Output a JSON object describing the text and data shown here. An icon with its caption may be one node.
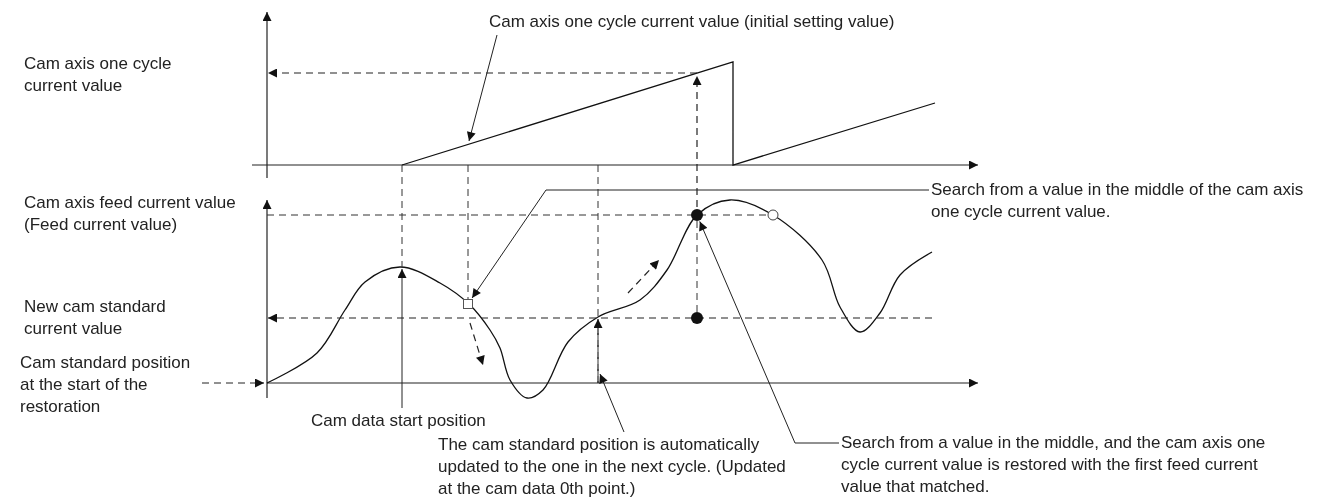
{
  "diagram": {
    "nodes": [
      {
        "text": [
          "Cam axis one cycle current value (initial setting value)"
        ]
      },
      {
        "text": [
          "Search from a value in the middle of the cam axis one cycle current value."
        ]
      },
      {
        "text": [],
        "shape": "box"
      },
      {
        "text": [],
        "shape": "circle"
      },
      {
        "text": [
          "Cam standard position at the start of the restoration"
        ]
      },
      {
        "text": [
          "Cam data start position"
        ]
      },
      {
        "text": [
          "The cam standard position is automatically updated to the one in the next cycle. (Updated at the cam data 0th point.)"
        ]
      },
      {
        "text": [
          "Search from a value in the middle, and the cam axis one cycle current value is restored with the first feed current value that matched."
        ]
      }
    ],
    "edges": [
      {
        "from": 0,
        "to": null,
        "arrow": "to"
      },
      {
        "from": 1,
        "to": 2,
        "arrow": "to"
      },
      {
        "from": 7,
        "to": 3,
        "arrow": "to"
      },
      {
        "from": 4,
        "to": null,
        "arrow": "to",
        "style": "dashed"
      },
      {
        "from": 5,
        "to": null,
        "arrow": "to"
      },
      {
        "from": 6,
        "to": null,
        "arrow": "to"
      }
    ],
    "labels": [
      "Cam axis one cycle current value",
      "Cam axis feed current value (Feed current value)",
      "New cam standard current value"
    ]
  }
}
